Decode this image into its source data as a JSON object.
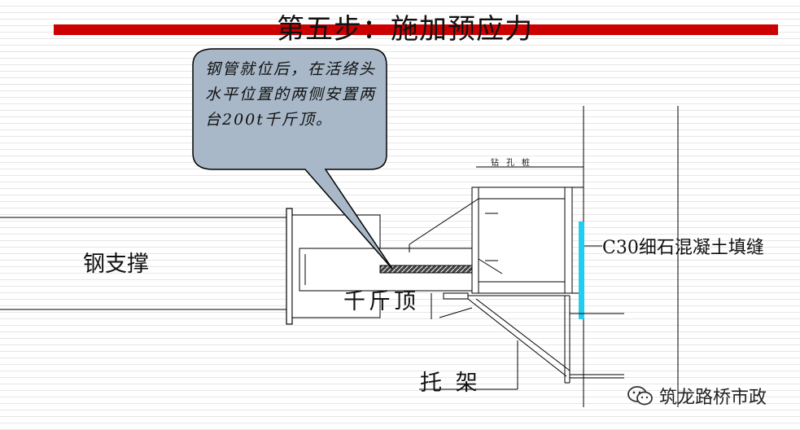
{
  "title": "第五步：施加预应力",
  "callout": {
    "text": "钢管就位后，在活络头水平位置的两侧安置两台200t千斤顶。"
  },
  "labels": {
    "steel_support": "钢支撑",
    "jack": "千斤顶",
    "bracket": "托 架",
    "fill": "C30细石混凝土填缝",
    "drill_pile": "钻孔桩"
  },
  "watermark": {
    "text": "筑龙路桥市政",
    "icon": "wechat-icon"
  },
  "colors": {
    "title_bar": "#cc0000",
    "callout_fill": "#a8b8c8",
    "fill_strip": "#22ccee"
  }
}
